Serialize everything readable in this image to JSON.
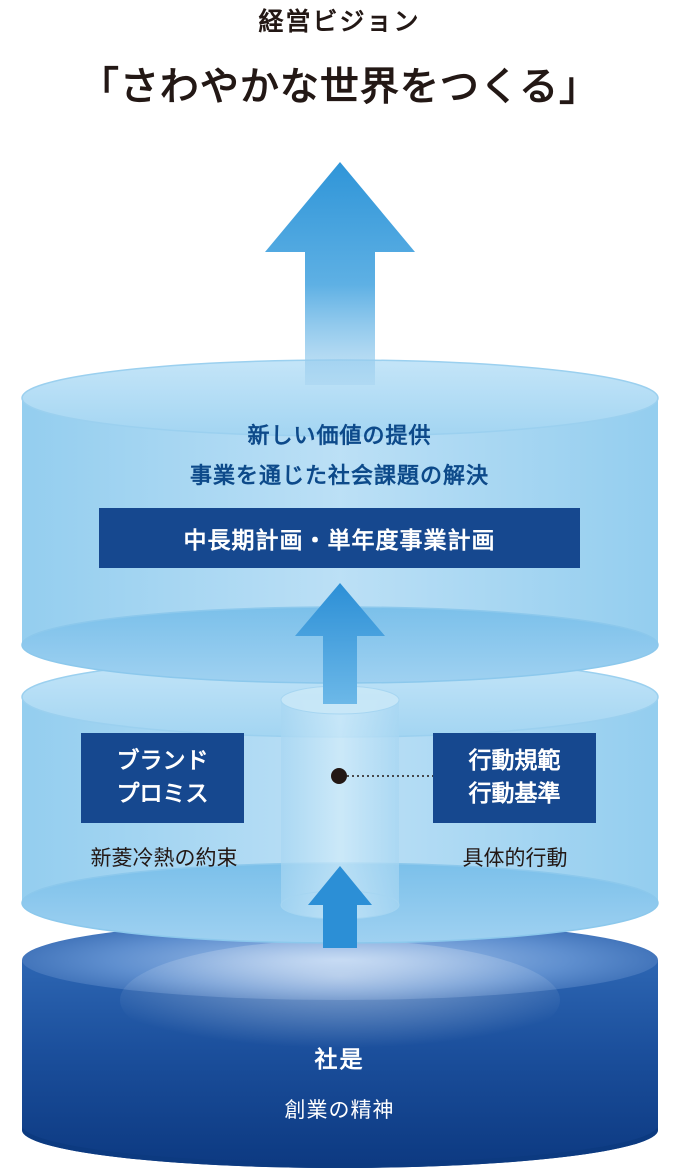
{
  "header": {
    "subtitle": "経営ビジョン",
    "title": "「さわやかな世界をつくる」"
  },
  "top_layer": {
    "line1": "新しい価値の提供",
    "line2": "事業を通じた社会課題の解決",
    "plan_label": "中長期計画・単年度事業計画"
  },
  "middle_layer": {
    "brand_box": {
      "line1": "ブランド",
      "line2": "プロミス"
    },
    "brand_caption": "新菱冷熱の約束",
    "conduct_box": {
      "line1": "行動規範",
      "line2": "行動基準"
    },
    "conduct_caption": "具体的行動"
  },
  "base_layer": {
    "title": "社是",
    "subtitle": "創業の精神"
  },
  "colors": {
    "navy_box": "#16488f",
    "dark_text": "#231815",
    "blue_text": "#0d4a8a",
    "arrow": "#2f95d8",
    "base_dark": "#0c3f8c"
  }
}
